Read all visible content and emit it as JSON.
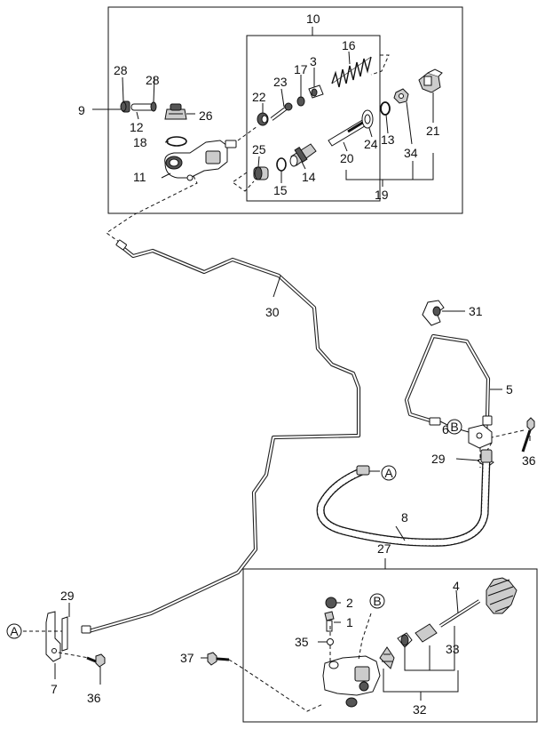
{
  "callouts": {
    "c1": "1",
    "c2": "2",
    "c3": "3",
    "c4": "4",
    "c5": "5",
    "c6": "6",
    "c7": "7",
    "c8": "8",
    "c9": "9",
    "c10": "10",
    "c11": "11",
    "c12": "12",
    "c13": "13",
    "c14": "14",
    "c15": "15",
    "c16": "16",
    "c17": "17",
    "c18": "18",
    "c19": "19",
    "c20": "20",
    "c21": "21",
    "c22": "22",
    "c23": "23",
    "c24": "24",
    "c25": "25",
    "c26": "26",
    "c27": "27",
    "c28a": "28",
    "c28b": "28",
    "c29a": "29",
    "c29b": "29",
    "c30": "30",
    "c31": "31",
    "c32": "32",
    "c33": "33",
    "c34": "34",
    "c35": "35",
    "c36a": "36",
    "c36b": "36",
    "c37": "37"
  },
  "connectors": {
    "a_upper": "A",
    "a_lower": "A",
    "b_upper": "B",
    "b_lower": "B"
  }
}
